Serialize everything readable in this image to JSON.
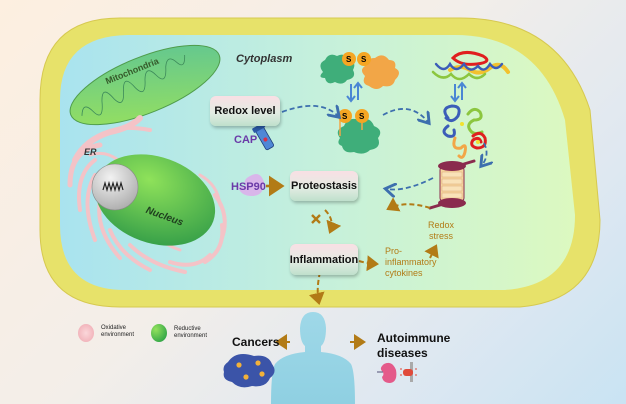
{
  "cell": {
    "compartment_label": "Cytoplasm",
    "organelles": {
      "mitochondria": "Mitochondria",
      "er": "ER",
      "nucleus": "Nucleus"
    }
  },
  "nodes": {
    "redox_level": "Redox level",
    "cap": "CAP",
    "hsp90": "HSP90",
    "proteostasis": "Proteostasis",
    "inflammation": "Inflammation",
    "pro_inflammatory": [
      "Pro-",
      "inflammatory",
      "cytokines"
    ],
    "redox_stress": [
      "Redox",
      "stress"
    ]
  },
  "disulfide": {
    "s_label": "S"
  },
  "outcomes": {
    "cancers": "Cancers",
    "autoimmune": [
      "Autoimmune",
      "diseases"
    ]
  },
  "legend": [
    {
      "label": [
        "Oxidative",
        "environment"
      ],
      "color": "#f6c3c8"
    },
    {
      "label": [
        "Reductive",
        "environment"
      ],
      "color": "#5cc14e"
    }
  ],
  "colors": {
    "membrane": "#e8e26a",
    "arrow_blue": "#3d6fae",
    "arrow_brown": "#b27b16",
    "er_pink": "#f4c3c7",
    "nucleus_green": "#4db848"
  }
}
